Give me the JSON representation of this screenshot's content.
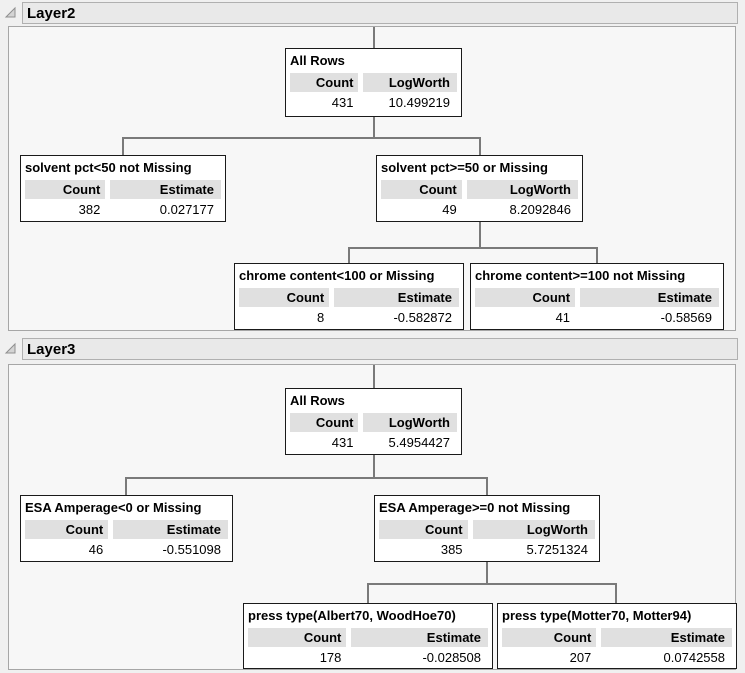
{
  "colors": {
    "page_bg": "#f0f0f0",
    "panel_bg": "#f7f7f7",
    "title_bar_bg": "#e9e9e9",
    "node_bg": "#ffffff",
    "node_border": "#1a1a1a",
    "header_cell_bg": "#e0e0e0",
    "connector": "#7a7a7a"
  },
  "layers": [
    {
      "title": "Layer2",
      "nodes": [
        {
          "label": "All Rows",
          "columns": [
            "Count",
            "LogWorth"
          ],
          "values": [
            "431",
            "10.499219"
          ]
        },
        {
          "label": "solvent pct<50 not Missing",
          "columns": [
            "Count",
            "Estimate"
          ],
          "values": [
            "382",
            "0.027177"
          ]
        },
        {
          "label": "solvent pct>=50 or Missing",
          "columns": [
            "Count",
            "LogWorth"
          ],
          "values": [
            "49",
            "8.2092846"
          ]
        },
        {
          "label": "chrome content<100 or Missing",
          "columns": [
            "Count",
            "Estimate"
          ],
          "values": [
            "8",
            "-0.582872"
          ]
        },
        {
          "label": "chrome content>=100 not Missing",
          "columns": [
            "Count",
            "Estimate"
          ],
          "values": [
            "41",
            "-0.58569"
          ]
        }
      ]
    },
    {
      "title": "Layer3",
      "nodes": [
        {
          "label": "All Rows",
          "columns": [
            "Count",
            "LogWorth"
          ],
          "values": [
            "431",
            "5.4954427"
          ]
        },
        {
          "label": "ESA Amperage<0 or Missing",
          "columns": [
            "Count",
            "Estimate"
          ],
          "values": [
            "46",
            "-0.551098"
          ]
        },
        {
          "label": "ESA Amperage>=0 not Missing",
          "columns": [
            "Count",
            "LogWorth"
          ],
          "values": [
            "385",
            "5.7251324"
          ]
        },
        {
          "label": "press type(Albert70, WoodHoe70)",
          "columns": [
            "Count",
            "Estimate"
          ],
          "values": [
            "178",
            "-0.028508"
          ]
        },
        {
          "label": "press type(Motter70, Motter94)",
          "columns": [
            "Count",
            "Estimate"
          ],
          "values": [
            "207",
            "0.0742558"
          ]
        }
      ]
    }
  ]
}
